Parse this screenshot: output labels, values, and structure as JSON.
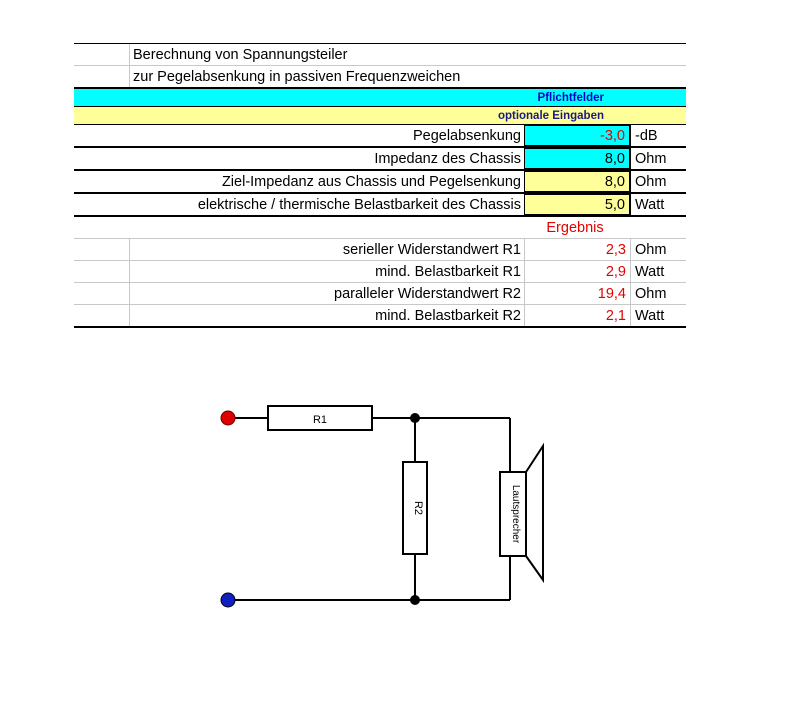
{
  "header": {
    "title_line1": "Berechnung von Spannungsteiler",
    "title_line2": "zur Pegelabsenkung in passiven Frequenzweichen"
  },
  "bands": {
    "required": "Pflichtfelder",
    "optional": "optionale Eingaben"
  },
  "inputs": [
    {
      "label": "Pegelabsenkung",
      "value": "-3,0",
      "unit": "-dB"
    },
    {
      "label": "Impedanz des Chassis",
      "value": "8,0",
      "unit": "Ohm"
    },
    {
      "label": "Ziel-Impedanz aus Chassis und Pegelsenkung",
      "value": "8,0",
      "unit": "Ohm"
    },
    {
      "label": "elektrische / thermische Belastbarkeit des Chassis",
      "value": "5,0",
      "unit": "Watt"
    }
  ],
  "result_header": "Ergebnis",
  "results": [
    {
      "label": "serieller Widerstandwert R1",
      "value": "2,3",
      "unit": "Ohm"
    },
    {
      "label": "mind. Belastbarkeit R1",
      "value": "2,9",
      "unit": "Watt"
    },
    {
      "label": "paralleler Widerstandwert R2",
      "value": "19,4",
      "unit": "Ohm"
    },
    {
      "label": "mind. Belastbarkeit R2",
      "value": "2,1",
      "unit": "Watt"
    }
  ],
  "circuit": {
    "r1_label": "R1",
    "r2_label": "R2",
    "speaker_label": "Lautsprecher"
  }
}
